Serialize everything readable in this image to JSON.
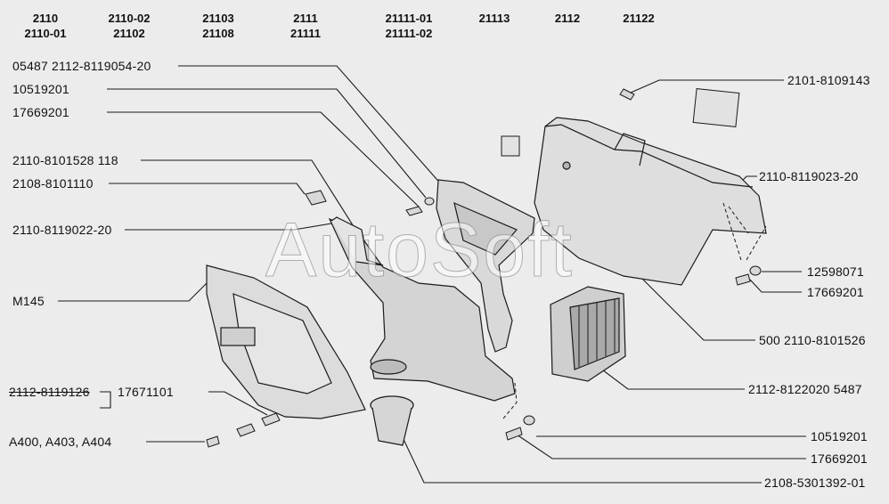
{
  "models": [
    [
      "2110",
      "2110-01"
    ],
    [
      "2110-02",
      "21102"
    ],
    [
      "21103",
      "21108"
    ],
    [
      "2111",
      "21111"
    ],
    [
      "21111-01",
      "21111-02"
    ],
    [
      "21113"
    ],
    [
      "2112"
    ],
    [
      "21122"
    ]
  ],
  "parts_left": [
    "05487 2112-8119054-20",
    "10519201",
    "17669201",
    "2110-8101528 118",
    "2108-8101110",
    "2110-8119022-20",
    "M145",
    "2112-8119126",
    "17671101",
    "A400, A403, A404"
  ],
  "parts_right": [
    "2101-8109143",
    "2110-8119023-20",
    "12598071",
    "17669201",
    "500 2110-8101526",
    "2112-8122020 5487",
    "10519201",
    "17669201",
    "2108-5301392-01"
  ],
  "watermark": "AutoSoft"
}
